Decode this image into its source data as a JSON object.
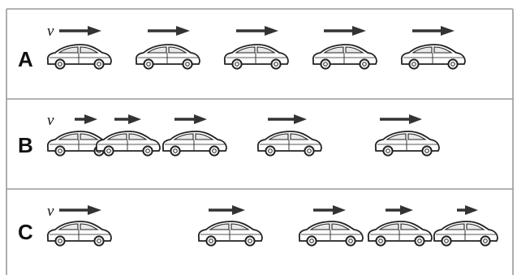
{
  "panels": [
    {
      "label": "A",
      "velocity_symbol": "v",
      "cars": [
        {
          "arrow_length": "long"
        },
        {
          "arrow_length": "long"
        },
        {
          "arrow_length": "long"
        },
        {
          "arrow_length": "long"
        },
        {
          "arrow_length": "long"
        }
      ]
    },
    {
      "label": "B",
      "velocity_symbol": "v",
      "cars": [
        {
          "arrow_length": "short"
        },
        {
          "arrow_length": "short"
        },
        {
          "arrow_length": "medium"
        },
        {
          "arrow_length": "long"
        },
        {
          "arrow_length": "long"
        }
      ]
    },
    {
      "label": "C",
      "velocity_symbol": "v",
      "cars": [
        {
          "arrow_length": "long"
        },
        {
          "arrow_length": "long"
        },
        {
          "arrow_length": "medium"
        },
        {
          "arrow_length": "medium"
        },
        {
          "arrow_length": "short"
        }
      ]
    }
  ],
  "colors": {
    "border": "#9a9a9a",
    "arrow": "#333333",
    "car_outline": "#222222",
    "car_fill": "#ffffff",
    "window_fill": "#e9e9e9"
  }
}
